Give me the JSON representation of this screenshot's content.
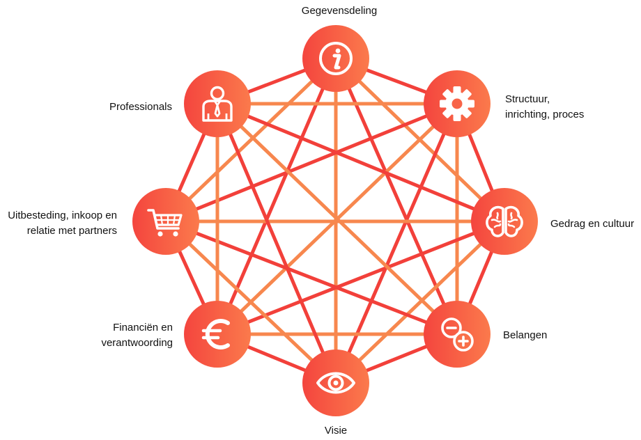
{
  "colors": {
    "line_primary": "#f2403a",
    "line_secondary": "#f7874e",
    "node_start": "#f4453e",
    "node_end": "#fb7a4c",
    "icon": "#ffffff",
    "text": "#111111"
  },
  "nodes": [
    {
      "id": "gegevensdeling",
      "label": "Gegevensdeling",
      "icon": "info-icon"
    },
    {
      "id": "structuur",
      "label": "Structuur,\ninrichting, proces",
      "icon": "gear-icon"
    },
    {
      "id": "gedrag",
      "label": "Gedrag en cultuur",
      "icon": "brain-icon"
    },
    {
      "id": "belangen",
      "label": "Belangen",
      "icon": "minus-plus-icon"
    },
    {
      "id": "visie",
      "label": "Visie",
      "icon": "eye-icon"
    },
    {
      "id": "financien",
      "label": "Financiën en\nverantwoording",
      "icon": "euro-icon"
    },
    {
      "id": "uitbesteding",
      "label": "Uitbesteding, inkoop en\nrelatie met partners",
      "icon": "cart-icon"
    },
    {
      "id": "professionals",
      "label": "Professionals",
      "icon": "professional-icon"
    }
  ]
}
